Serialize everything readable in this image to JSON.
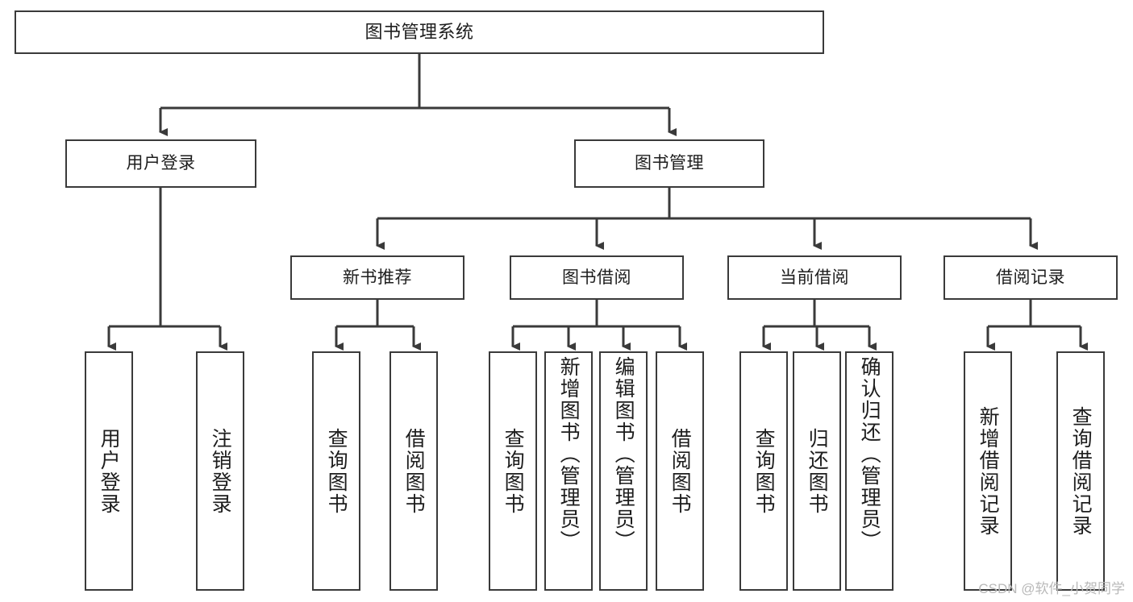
{
  "diagram": {
    "title": "图书管理系统",
    "watermark": "CSDN @软件_小贺同学",
    "colors": {
      "stroke": "#3a3a3a",
      "fill": "#ffffff",
      "text": "#1d1d1d",
      "watermark": "#b9b9b9"
    },
    "nodes": {
      "root": {
        "label": "图书管理系统"
      },
      "level1": [
        {
          "label": "用户登录"
        },
        {
          "label": "图书管理"
        }
      ],
      "level2": [
        {
          "label": "新书推荐"
        },
        {
          "label": "图书借阅"
        },
        {
          "label": "当前借阅"
        },
        {
          "label": "借阅记录"
        }
      ],
      "leaves": {
        "user_login": [
          {
            "label": "用户登录"
          },
          {
            "label": "注销登录"
          }
        ],
        "new_book": [
          {
            "label": "查询图书"
          },
          {
            "label": "借阅图书"
          }
        ],
        "book_borrow": [
          {
            "label": "查询图书"
          },
          {
            "label": "新增图书（管理员）"
          },
          {
            "label": "编辑图书（管理员）"
          },
          {
            "label": "借阅图书"
          }
        ],
        "current_borrow": [
          {
            "label": "查询图书"
          },
          {
            "label": "归还图书"
          },
          {
            "label": "确认归还（管理员）"
          }
        ],
        "borrow_record": [
          {
            "label": "新增借阅记录"
          },
          {
            "label": "查询借阅记录"
          }
        ]
      }
    }
  }
}
